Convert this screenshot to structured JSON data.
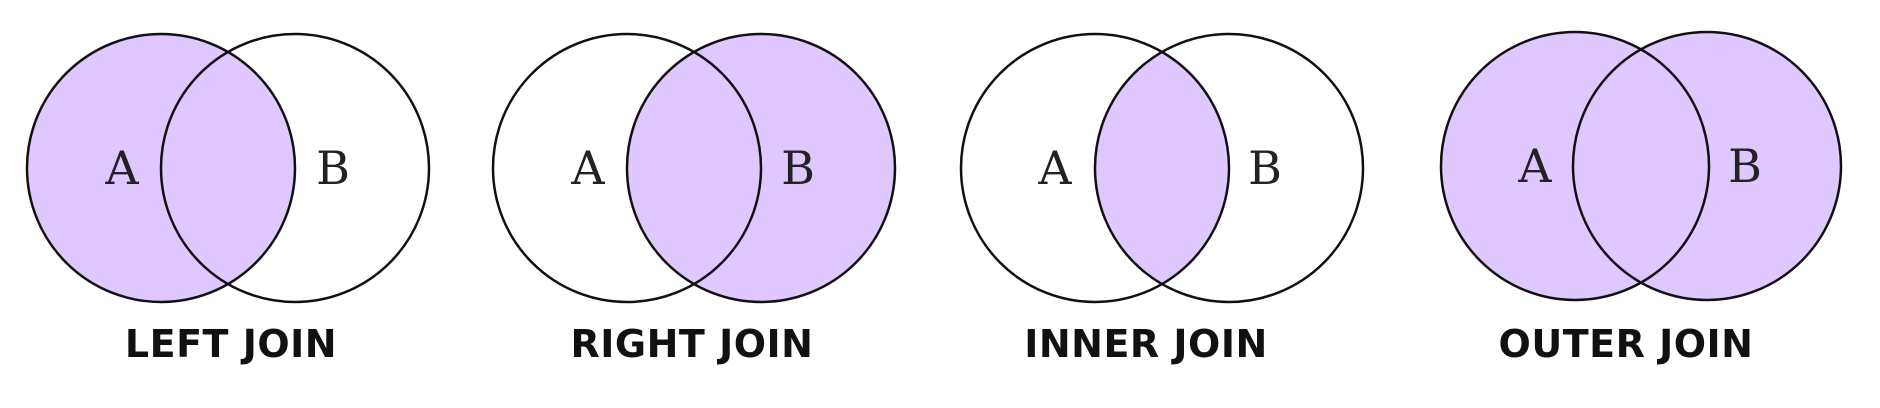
{
  "colors": {
    "fill": "#dfc8ff",
    "stroke": "#111111",
    "background": "#ffffff"
  },
  "diagrams": [
    {
      "title": "LEFT JOIN",
      "label_a": "A",
      "label_b": "B",
      "fill_mode": "left"
    },
    {
      "title": "RIGHT JOIN",
      "label_a": "A",
      "label_b": "B",
      "fill_mode": "right"
    },
    {
      "title": "INNER JOIN",
      "label_a": "A",
      "label_b": "B",
      "fill_mode": "inner"
    },
    {
      "title": "OUTER JOIN",
      "label_a": "A",
      "label_b": "B",
      "fill_mode": "outer"
    }
  ]
}
